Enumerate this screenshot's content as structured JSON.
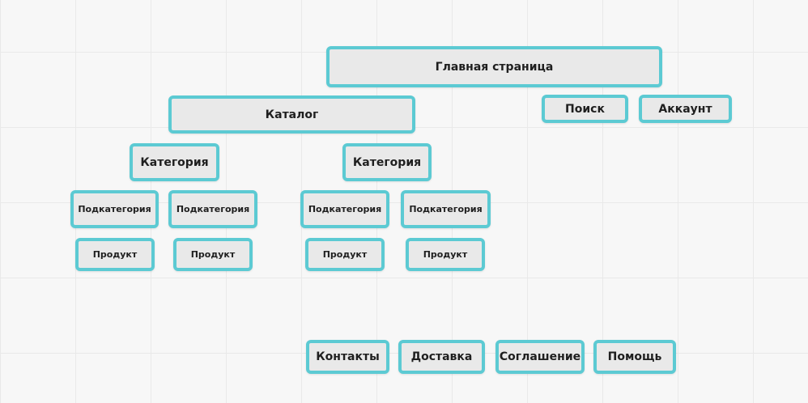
{
  "colors": {
    "node_border": "#5ccad3",
    "node_fill": "#e9e9e9",
    "text": "#1f1f1f",
    "canvas": "#f7f7f7",
    "grid": "#e9e9e9"
  },
  "nodes": {
    "home": "Главная страница",
    "catalog": "Каталог",
    "search": "Поиск",
    "account": "Аккаунт",
    "category_1": "Категория",
    "category_2": "Категория",
    "subcategory_1": "Подкатегория",
    "subcategory_2": "Подкатегория",
    "subcategory_3": "Подкатегория",
    "subcategory_4": "Подкатегория",
    "product_1": "Продукт",
    "product_2": "Продукт",
    "product_3": "Продукт",
    "product_4": "Продукт",
    "contacts": "Контакты",
    "delivery": "Доставка",
    "agreement": "Соглашение",
    "help": "Помощь"
  }
}
